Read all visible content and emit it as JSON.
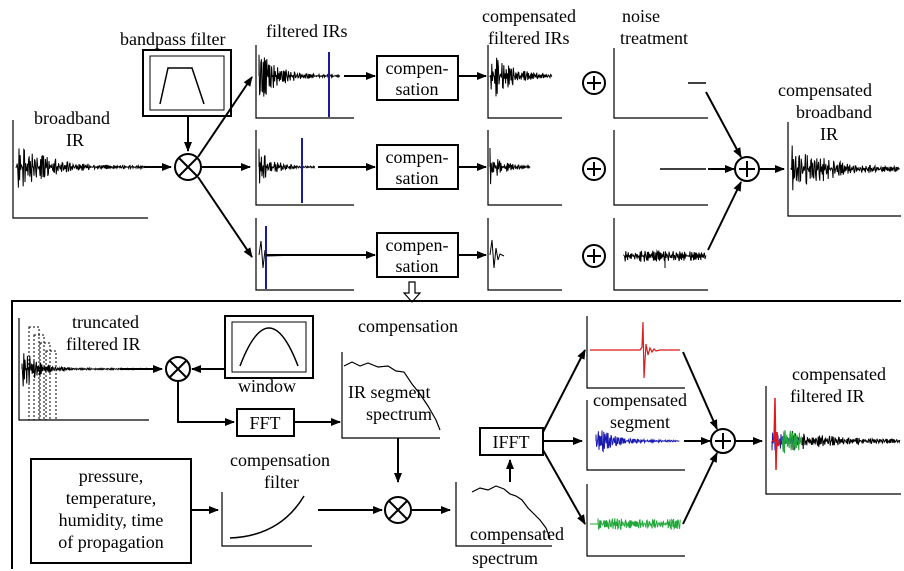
{
  "top": {
    "bandpass_filter": "bandpass filter",
    "filtered_irs": "filtered IRs",
    "compensated_filtered_irs": [
      "compensated",
      "filtered IRs"
    ],
    "noise_treatment": [
      "noise",
      "treatment"
    ],
    "broadband_ir": [
      "broadband",
      "IR"
    ],
    "compensated_broadband_ir": [
      "compensated",
      "broadband",
      "IR"
    ],
    "compensation_box": [
      "compen-",
      "sation"
    ]
  },
  "bottom": {
    "truncated_filtered_ir": [
      "truncated",
      "filtered IR"
    ],
    "window": "window",
    "compensation_title": "compensation",
    "ir_segment_spectrum": [
      "IR segment",
      "spectrum"
    ],
    "fft": "FFT",
    "ifft": "IFFT",
    "compensated_segment": [
      "compensated",
      "segment"
    ],
    "compensated_filtered_ir": [
      "compensated",
      "filtered IR"
    ],
    "env_params": [
      "pressure,",
      "temperature,",
      "humidity, time",
      "of propagation"
    ],
    "compensation_filter": [
      "compensation",
      "filter"
    ],
    "compensated_spectrum": [
      "compensated",
      "spectrum"
    ]
  },
  "colors": {
    "marker": "#1a1a9c",
    "red_segment": "#e0191b",
    "blue_segment": "#1a1ab0",
    "green_segment": "#22a83a"
  }
}
